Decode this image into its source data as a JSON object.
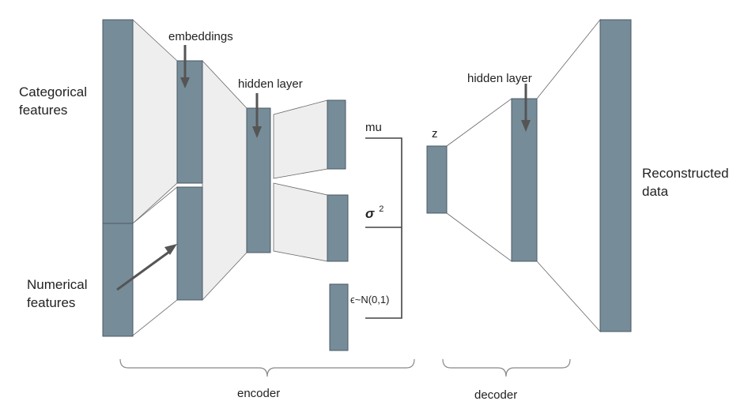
{
  "colors": {
    "block": "#768c99",
    "block_stroke": "#4a5a64",
    "trapezoid": "#eeeeee",
    "trapezoid_stroke": "#666666",
    "arrow": "#555555",
    "text": "#222222"
  },
  "labels": {
    "categorical_line1": "Categorical",
    "categorical_line2": "features",
    "numerical_line1": "Numerical",
    "numerical_line2": "features",
    "embeddings": "embeddings",
    "encoder_hidden": "hidden layer",
    "mu": "mu",
    "sigma_symbol": "σ",
    "sigma_exp": "2",
    "epsilon": "ϵ~N(0,1)",
    "z": "z",
    "decoder_hidden": "hidden layer",
    "reconstructed_line1": "Reconstructed",
    "reconstructed_line2": "data",
    "encoder": "encoder",
    "decoder": "decoder"
  }
}
